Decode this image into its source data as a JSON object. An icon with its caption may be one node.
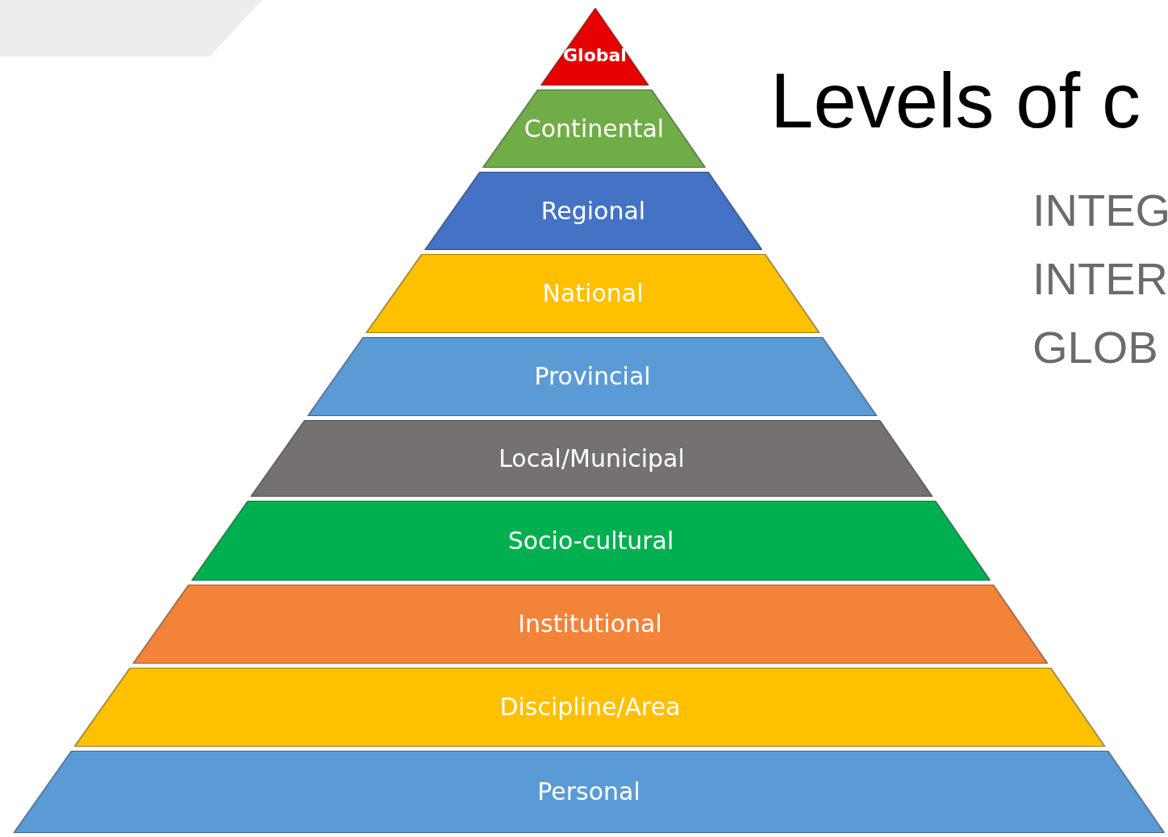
{
  "diagram": {
    "title": "Levels of c",
    "nodes": [
      {
        "text": [
          "Global"
        ]
      },
      {
        "text": [
          "Continental"
        ]
      },
      {
        "text": [
          "Regional"
        ]
      },
      {
        "text": [
          "National"
        ]
      },
      {
        "text": [
          "Provincial"
        ]
      },
      {
        "text": [
          "Local/Municipal"
        ]
      },
      {
        "text": [
          "Socio-cultural"
        ]
      },
      {
        "text": [
          "Institutional"
        ]
      },
      {
        "text": [
          "Discipline/Area"
        ]
      },
      {
        "text": [
          "Personal"
        ]
      }
    ],
    "labels": [
      "INTEG",
      "INTER",
      "GLOB"
    ]
  }
}
